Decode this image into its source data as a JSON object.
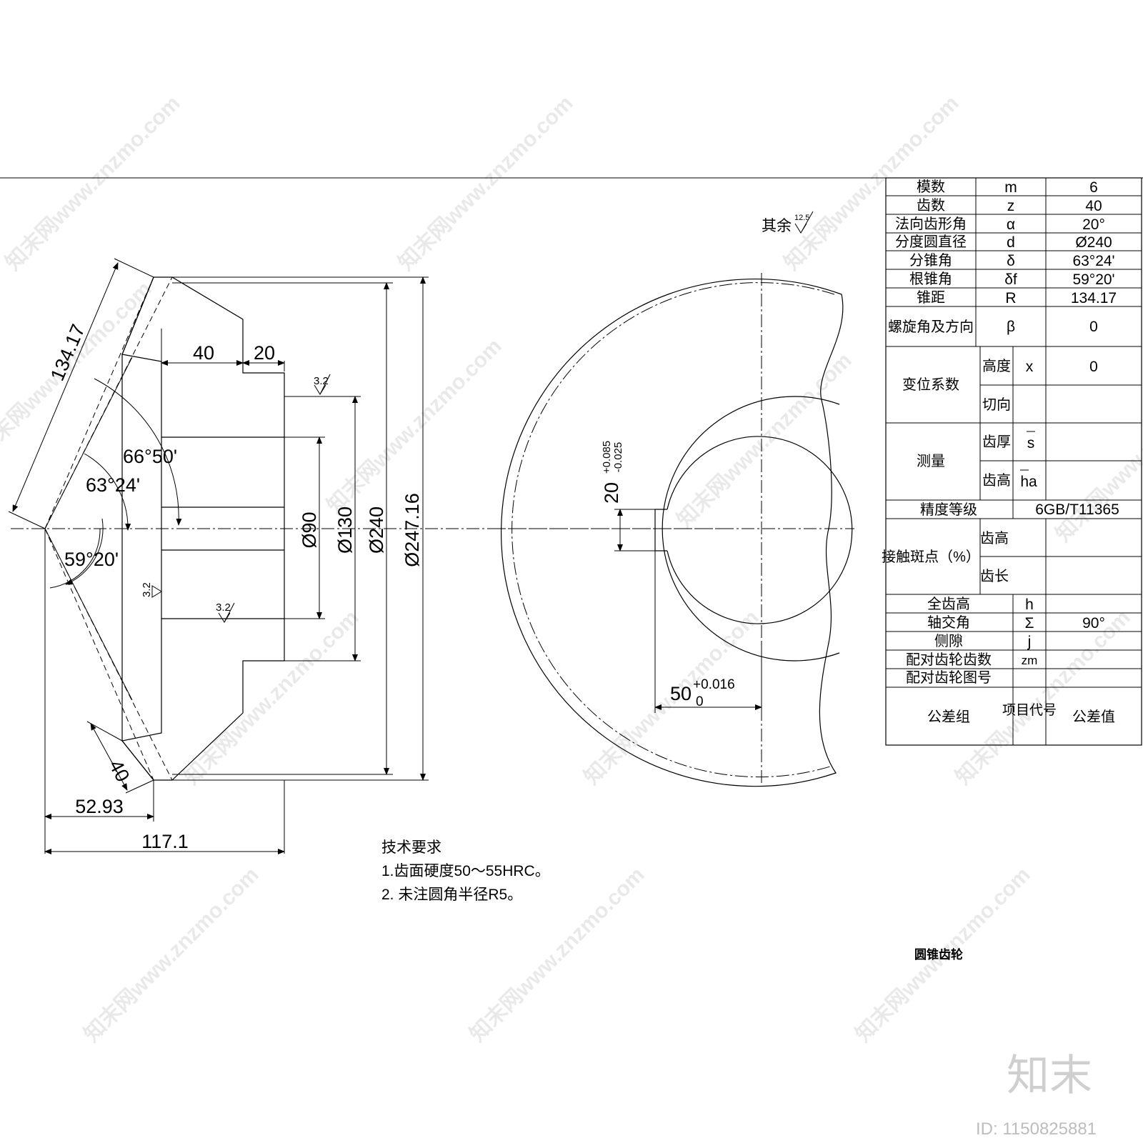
{
  "watermark": "知末网www.znzmo.com",
  "brand": {
    "logo": "知末",
    "id": "ID: 1150825881"
  },
  "roughness": {
    "other_label": "其余",
    "other_value": "12.5",
    "surface_value": "3.2"
  },
  "dimensions": {
    "cone_distance": "134.17",
    "hub_width": "40",
    "step_width": "20",
    "angle_outer": "66°50'",
    "pitch_angle": "63°24'",
    "root_angle": "59°20'",
    "bore": "Ø90",
    "hub_dia": "Ø130",
    "pitch_dia": "Ø240",
    "tip_dia": "Ø247.16",
    "face_width": "40",
    "apex_to_back": "52.93",
    "total_length": "117.1",
    "key_width": "20",
    "key_width_upper": "+0.085",
    "key_width_lower": "-0.025",
    "keyway_depth": "50",
    "keyway_depth_upper": "+0.016",
    "keyway_depth_lower": "0"
  },
  "notes": {
    "title": "技术要求",
    "items": [
      "1.齿面硬度50～55HRC。",
      "2. 未注圆角半径R5。"
    ]
  },
  "part_name": "圆锥齿轮",
  "param_table": {
    "module": {
      "label": "模数",
      "symbol": "m",
      "value": "6"
    },
    "teeth": {
      "label": "齿数",
      "symbol": "z",
      "value": "40"
    },
    "pressure_angle": {
      "label": "法向齿形角",
      "symbol": "α",
      "value": "20°"
    },
    "pitch_diameter": {
      "label": "分度圆直径",
      "symbol": "d",
      "value": "Ø240"
    },
    "pitch_cone_angle": {
      "label": "分锥角",
      "symbol": "δ",
      "value": "63°24'"
    },
    "root_cone_angle": {
      "label": "根锥角",
      "symbol": "δf",
      "value": "59°20'"
    },
    "cone_distance": {
      "label": "锥距",
      "symbol": "R",
      "value": "134.17"
    },
    "spiral": {
      "label": "螺旋角及方向",
      "symbol": "β",
      "value": "0"
    },
    "modification": {
      "label": "变位系数",
      "height_label": "高度",
      "height_symbol": "x",
      "height_value": "0",
      "tangent_label": "切向"
    },
    "measurement": {
      "label": "测量",
      "thickness_label": "齿厚",
      "thickness_symbol": "s",
      "height_label": "齿高",
      "height_symbol": "ha"
    },
    "accuracy": {
      "label": "精度等级",
      "value": "6GB/T11365"
    },
    "contact": {
      "label": "接触斑点（%）",
      "height_label": "齿高",
      "length_label": "齿长"
    },
    "whole_depth": {
      "label": "全齿高",
      "symbol": "h"
    },
    "shaft_angle": {
      "label": "轴交角",
      "symbol": "Σ",
      "value": "90°"
    },
    "backlash": {
      "label": "侧隙",
      "symbol": "j"
    },
    "mate_teeth": {
      "label": "配对齿轮齿数",
      "symbol": "zm"
    },
    "mate_drawing": {
      "label": "配对齿轮图号"
    },
    "tolerance": {
      "group_label": "公差组",
      "item_label": "项目代号",
      "value_label": "公差值"
    }
  }
}
